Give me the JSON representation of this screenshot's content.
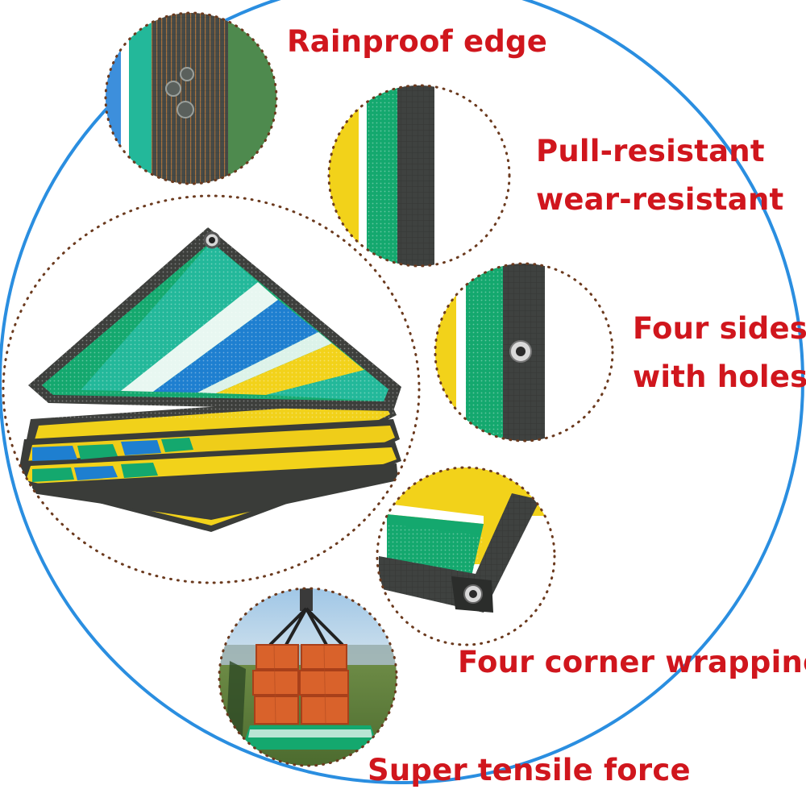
{
  "features": [
    {
      "label": "Rainproof edge"
    },
    {
      "label_line1": "Pull-resistant",
      "label_line2": "wear-resistant"
    },
    {
      "label_line1": "Four sides",
      "label_line2": "with holes"
    },
    {
      "label": "Four corner wrapping"
    },
    {
      "label": "Super tensile force"
    }
  ],
  "colors": {
    "label_text": "#d0161d",
    "connector_ring": "#2a8ee0",
    "dotted_border": "#6b3a1e",
    "net_green": "#14a86e",
    "net_teal": "#23b89a",
    "net_blue": "#1e7fd0",
    "net_yellow": "#f2d21a",
    "binding_edge": "#4a4e4a",
    "brick": "#d9622b"
  },
  "icons": [
    "folded-shade-net-image",
    "rainproof-edge-closeup",
    "binding-edge-closeup",
    "grommet-hole-closeup",
    "corner-wrap-closeup",
    "bricks-lift-photo"
  ]
}
